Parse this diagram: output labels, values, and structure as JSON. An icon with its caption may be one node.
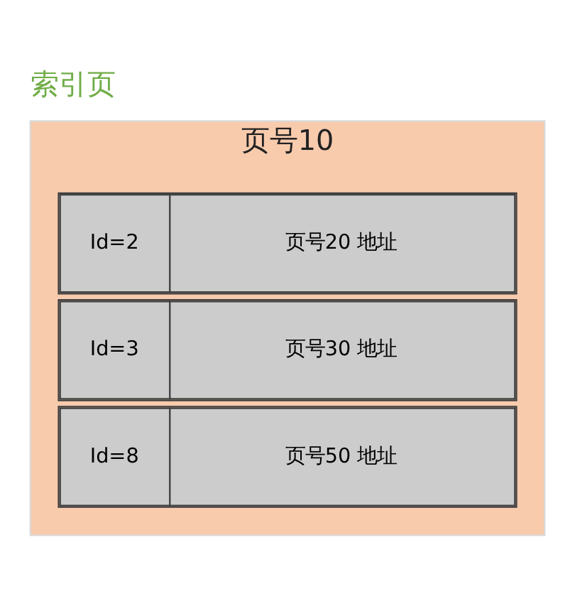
{
  "diagram": {
    "title": "索引页",
    "nodes": [
      {
        "text": [
          "页号10"
        ]
      },
      {
        "text": [
          "Id=2",
          "页号20 地址"
        ],
        "in": 0
      },
      {
        "text": [
          "Id=3",
          "页号30 地址"
        ],
        "in": 0
      },
      {
        "text": [
          "Id=8",
          "页号50 地址"
        ],
        "in": 0
      }
    ]
  }
}
